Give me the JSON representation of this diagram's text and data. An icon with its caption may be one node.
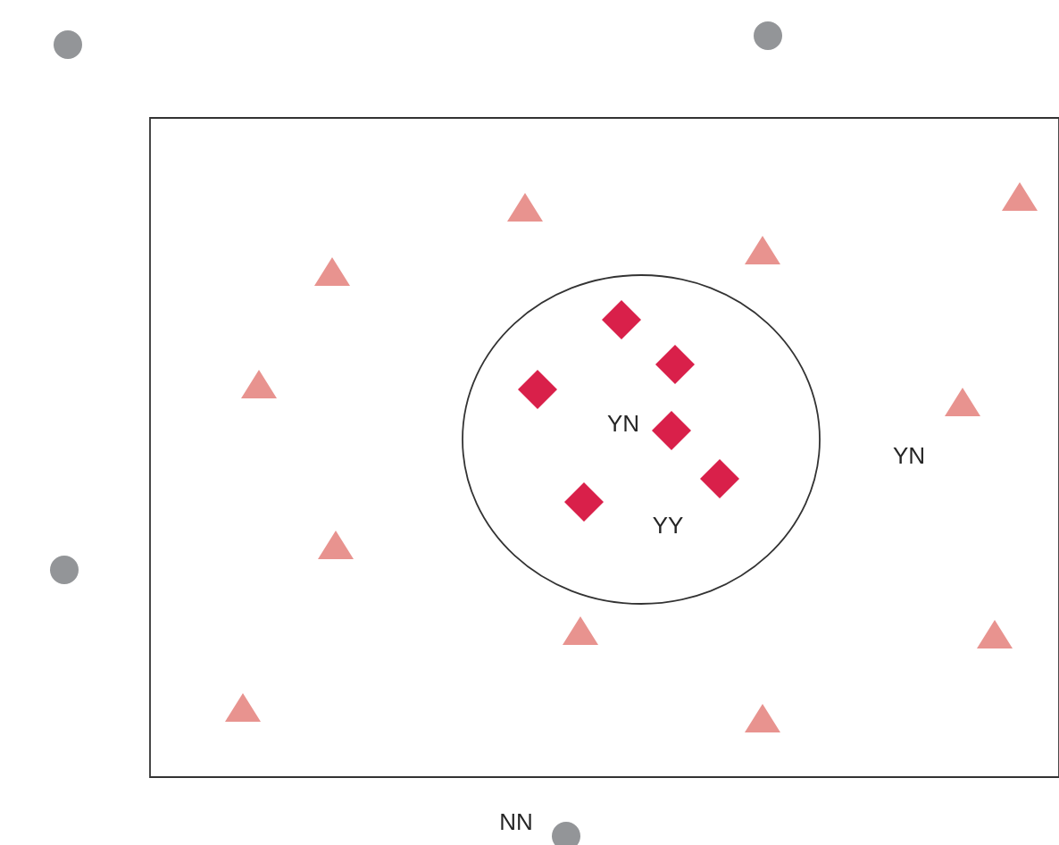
{
  "diagram": {
    "nodes": [
      {
        "text": [
          "YN"
        ]
      },
      {
        "text": [
          "YN",
          "YY"
        ],
        "in": 0
      }
    ],
    "edges": [],
    "labels": [
      "NN"
    ]
  }
}
